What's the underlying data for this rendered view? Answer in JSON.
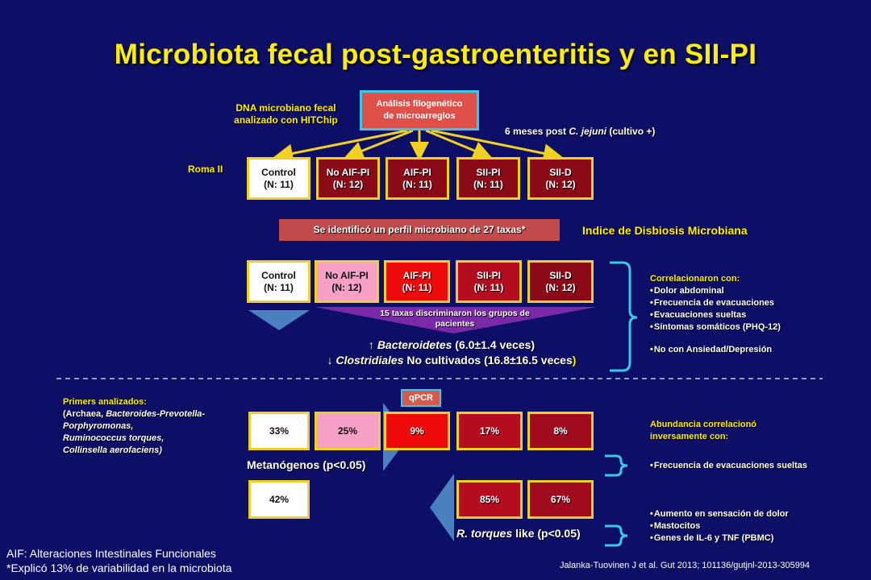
{
  "title": "Microbiota fecal post-gastroenteritis y en SII-PI",
  "method_note": [
    "DNA microbiano fecal",
    "analizado con HITChip"
  ],
  "analysis_box": [
    "Análisis filogenético",
    "de microarreglos"
  ],
  "followup_note": {
    "prefix": "6 meses post ",
    "species": "C. jejuni",
    "suffix": " (cultivo +)"
  },
  "criteria": "Roma II",
  "groups_top": [
    {
      "name": "Control",
      "n": "(N: 11)"
    },
    {
      "name": "No AIF-PI",
      "n": "(N: 12)"
    },
    {
      "name": "AIF-PI",
      "n": "(N: 11)"
    },
    {
      "name": "SII-PI",
      "n": "(N: 11)"
    },
    {
      "name": "SII-D",
      "n": "(N: 12)"
    }
  ],
  "profile_banner": "Se identificó un perfil microbiano de 27 taxas*",
  "dysbiosis_index": "Indice de Disbiosis Microbiana",
  "groups_mid": [
    {
      "name": "Control",
      "n": "(N: 11)"
    },
    {
      "name": "No AIF-PI",
      "n": "(N: 12)"
    },
    {
      "name": "AIF-PI",
      "n": "(N: 11)"
    },
    {
      "name": "SII-PI",
      "n": "(N: 11)"
    },
    {
      "name": "SII-D",
      "n": "(N: 12)"
    }
  ],
  "discrimination": "15 taxas discriminaron los grupos de pacientes",
  "finding_1": {
    "arrow": "↑ ",
    "taxon": "Bacteroidetes",
    "rest": " (6.0±1.4 veces)"
  },
  "finding_2": {
    "arrow": "↓ ",
    "taxon": "Clostridiales",
    "rest": " No cultivados (16.8±16.5 veces",
    "close": ")"
  },
  "correlations": {
    "title": "Correlacionaron con:",
    "items": [
      "Dolor abdominal",
      "Frecuencia de evacuaciones",
      "Evacuaciones sueltas",
      "Síntomas somáticos (PHQ-12)"
    ],
    "extra": "No con Ansiedad/Depresión"
  },
  "primers": {
    "title": "Primers analizados:",
    "lines": [
      "(Archaea, ",
      "Bacteroides-Prevotella-",
      "Porphyromonas,",
      "Ruminococcus torques,",
      "Collinsella aerofaciens)"
    ]
  },
  "qpcr_label": "qPCR",
  "methanogens_row": [
    "33%",
    "25%",
    "9%",
    "17%",
    "8%"
  ],
  "methanogens_label": "Metanógenos (p<0.05)",
  "rtorques_row": [
    "42%",
    "85%",
    "67%"
  ],
  "rtorques_label": {
    "species": "R. torques",
    "rest": " like (p<0.05)"
  },
  "abundance": {
    "title": [
      "Abundancia correlacionó",
      "inversamente con:"
    ],
    "items": [
      "Frecuencia de evacuaciones sueltas"
    ]
  },
  "rtorques_corr": [
    "Aumento en sensación de dolor",
    "Mastocitos",
    "Genes de IL-6 y TNF (PBMC)"
  ],
  "footnote_1": "AIF: Alteraciones Intestinales Funcionales",
  "footnote_2": "*Explicó 13% de variabilidad en la microbiota",
  "citation": "Jalanka-Tuovinen J et al. Gut 2013; 101136/gutjnl-2013-305994"
}
